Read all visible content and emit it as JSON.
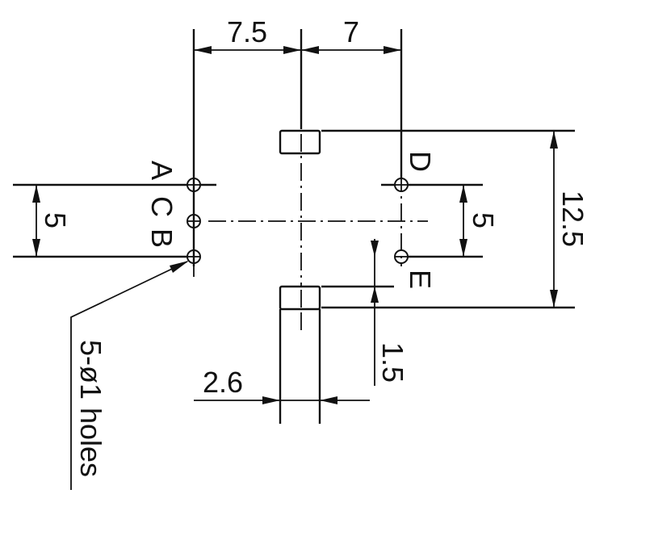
{
  "dimensions": {
    "top_left": "7.5",
    "top_right": "7",
    "left_vertical": "5",
    "right_vertical": "5",
    "overall_height": "12.5",
    "small_offset": "1.5",
    "pad_width": "2.6"
  },
  "pins": {
    "a": "A",
    "c": "C",
    "b": "B",
    "d": "D",
    "e": "E"
  },
  "note": "5-ø1 holes"
}
